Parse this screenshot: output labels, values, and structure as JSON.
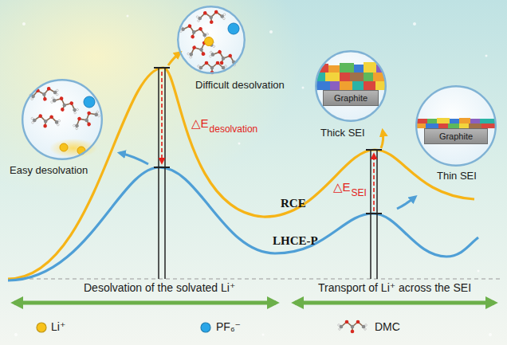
{
  "diagram": {
    "nodes": [
      {
        "text": [
          "Easy desolvation"
        ]
      },
      {
        "text": [
          "Difficult desolvation"
        ]
      },
      {
        "text": [
          "Thick SEI"
        ]
      },
      {
        "text": [
          "Graphite"
        ],
        "in": 2
      },
      {
        "text": [
          "Thin SEI"
        ]
      },
      {
        "text": [
          "Graphite"
        ],
        "in": 4
      }
    ],
    "labels": [
      "△E",
      "desolvation",
      "RCE",
      "LHCE-P",
      "△E",
      "SEI",
      "Desolvation of the solvated Li⁺",
      "Transport of Li⁺ across the SEI"
    ],
    "legend": [
      {
        "text": "Li⁺",
        "color": "#f7c21b"
      },
      {
        "text": "PF₆⁻",
        "color": "#2aa6e8"
      },
      {
        "text": "DMC"
      }
    ]
  }
}
